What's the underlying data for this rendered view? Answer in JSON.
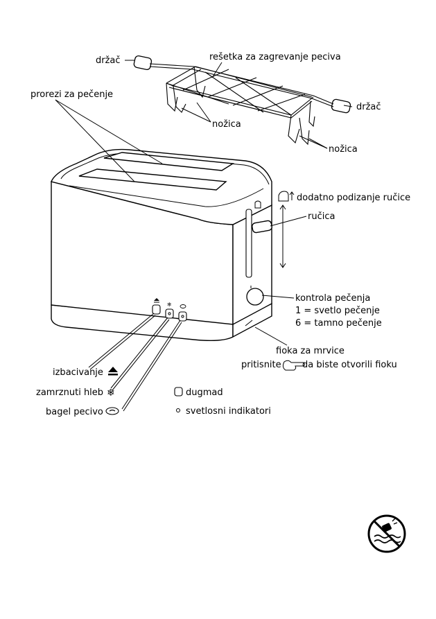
{
  "labels": {
    "holder_left": "držač",
    "rack": "rešetka za zagrevanje peciva",
    "holder_right": "držač",
    "slots": "prorezi za pečenje",
    "legs_left": "nožica",
    "legs_right": "nožica",
    "extra_lift": "dodatno podizanje ručice",
    "lever": "ručica",
    "browning_control": "kontrola pečenja",
    "browning_light": "1 = svetlo pečenje",
    "browning_dark": "6 = tamno pečenje",
    "crumb_tray": "fioka za mrvice",
    "press_prefix": "pritisnite",
    "press_suffix": "da biste otvorili fioku",
    "eject": "izbacivanje",
    "frozen": "zamrznuti hleb",
    "bagel": "bagel pecivo",
    "legend_buttons": "dugmad",
    "legend_lights": "svetlosni indikatori"
  },
  "icons": {
    "eject": "eject-icon",
    "frozen": "snowflake-icon",
    "bagel": "bagel-icon",
    "lift": "toast-lift-icon",
    "press": "pointing-hand-icon",
    "button": "button-icon",
    "light": "indicator-light-icon",
    "warning": "no-water-immersion-icon"
  }
}
